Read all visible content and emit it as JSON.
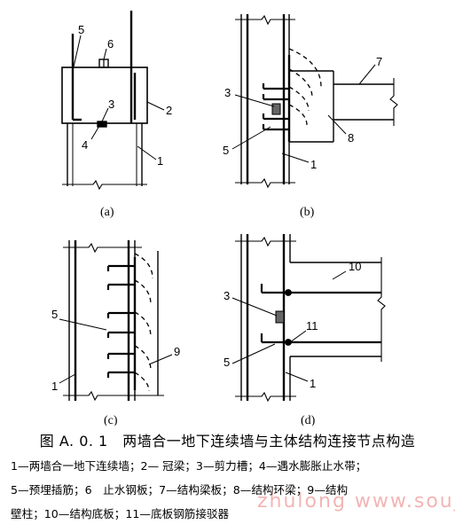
{
  "panels": {
    "a": {
      "label": "(a)",
      "callouts": {
        "c5": "5",
        "c6": "6",
        "c3": "3",
        "c2": "2",
        "c4": "4",
        "c1": "1"
      }
    },
    "b": {
      "label": "(b)",
      "callouts": {
        "c7": "7",
        "c3": "3",
        "c8": "8",
        "c5": "5",
        "c1": "1"
      }
    },
    "c": {
      "label": "(c)",
      "callouts": {
        "c5": "5",
        "c9": "9",
        "c1": "1"
      }
    },
    "d": {
      "label": "(d)",
      "callouts": {
        "c10": "10",
        "c3": "3",
        "c11": "11",
        "c5": "5",
        "c1": "1"
      }
    }
  },
  "caption": {
    "title": "图 A. 0. 1　两墙合一地下连续墙与主体结构连接节点构造",
    "legend_line1": "1—两墙合一地下连续墙；2— 冠梁；3—剪力槽；4—遇水膨胀止水带；",
    "legend_line2": "5—预埋插筋；6　止水钢板；7—结构梁板；8—结构环梁；9—结构",
    "legend_line3": "壁柱；10—结构底板；11—底板钢筋接驳器"
  },
  "watermark": "zhulong  www.soujianzhu.cn",
  "colors": {
    "ink": "#000000",
    "watermark": "#dc2828"
  }
}
